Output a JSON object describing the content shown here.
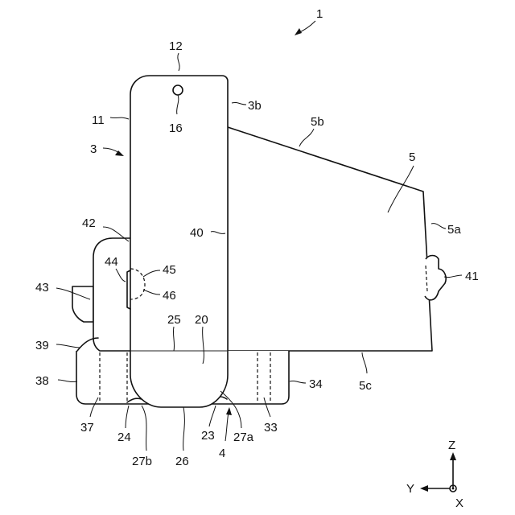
{
  "figure": {
    "title": "1",
    "labels": {
      "r12": "12",
      "r11": "11",
      "r16": "16",
      "r3b": "3b",
      "r3": "3",
      "r5b": "5b",
      "r5": "5",
      "r5a": "5a",
      "r40": "40",
      "r42": "42",
      "r44": "44",
      "r45": "45",
      "r46": "46",
      "r43": "43",
      "r41": "41",
      "r25": "25",
      "r20": "20",
      "r39": "39",
      "r38": "38",
      "r34": "34",
      "r5c": "5c",
      "r37": "37",
      "r24": "24",
      "r23": "23",
      "r27a": "27a",
      "r33": "33",
      "r27b": "27b",
      "r26": "26",
      "r4": "4"
    },
    "axes": {
      "z": "Z",
      "y": "Y",
      "x": "X"
    }
  }
}
